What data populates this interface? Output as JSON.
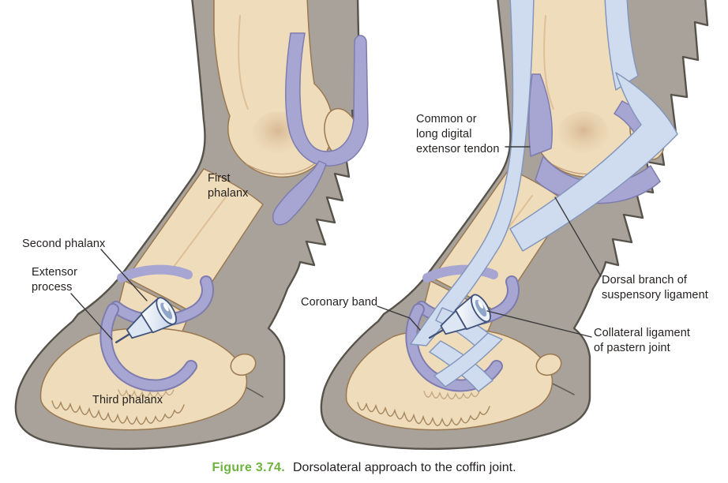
{
  "figure": {
    "number_label": "Figure 3.74.",
    "caption": "Dorsolateral approach to the coffin joint."
  },
  "left_panel": {
    "labels": {
      "first_phalanx": "First\nphalanx",
      "second_phalanx": "Second phalanx",
      "extensor_process": "Extensor\nprocess",
      "third_phalanx": "Third phalanx"
    }
  },
  "right_panel": {
    "labels": {
      "extensor_tendon": "Common or\nlong digital\nextensor tendon",
      "coronary_band": "Coronary band",
      "dorsal_branch": "Dorsal branch of\nsuspensory ligament",
      "collateral_ligament": "Collateral ligament\nof pastern joint"
    }
  },
  "colors": {
    "page_bg": "#ffffff",
    "silhouette": "#a8a29a",
    "outline": "#57534a",
    "bone": "#eedcbb",
    "bone_edge": "#9a7850",
    "bone_shade": "#d8b68c",
    "bone_crease": "#b8906a",
    "hoof_tuft": "#a6865c",
    "capsule": "#a7a6d2",
    "capsule_edge": "#7e7cae",
    "tendon": "#cfdcef",
    "tendon_edge": "#8496bb",
    "needle_edge": "#41537a",
    "leader": "#3b3b3b",
    "label_text": "#221f1e",
    "figure_green": "#6db33f"
  }
}
